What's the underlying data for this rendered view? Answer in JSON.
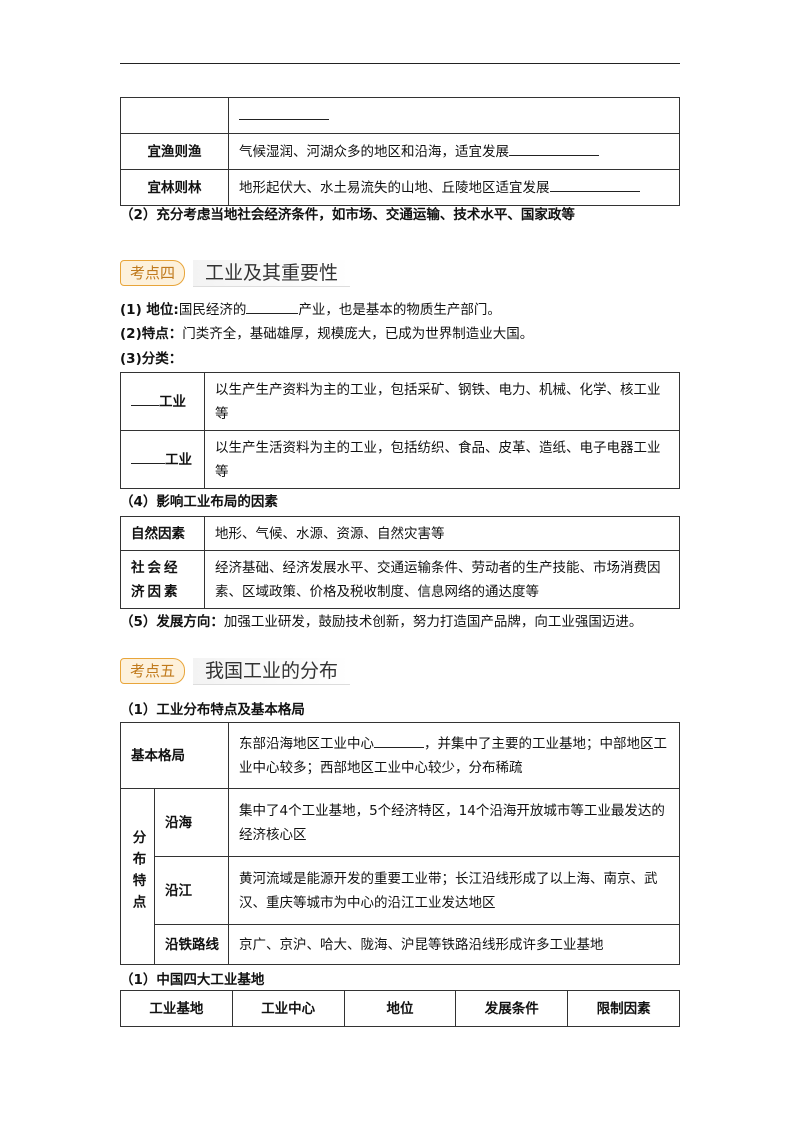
{
  "t1": {
    "row0_text": "",
    "row1_label": "宜渔则渔",
    "row1_text": "气候湿润、河湖众多的地区和沿海，适宜发展",
    "row2_label": "宜林则林",
    "row2_text": "地形起伏大、水土易流失的山地、丘陵地区适宜发展"
  },
  "note2": "（2）充分考虑当地社会经济条件，如市场、交通运输、技术水平、国家政等",
  "kd4": {
    "tag": "考点四",
    "title": "工业及其重要性"
  },
  "p1": {
    "label": "(1) 地位:",
    "text_a": "国民经济的",
    "text_b": "产业，也是基本的物质生产部门。"
  },
  "p2": {
    "label": "(2)特点：",
    "text": "门类齐全，基础雄厚，规模庞大，已成为世界制造业大国。"
  },
  "p3": {
    "label": "(3)分类："
  },
  "cls": [
    {
      "label": "工业",
      "text": "以生产生产资料为主的工业，包括采矿、钢铁、电力、机械、化学、核工业等"
    },
    {
      "label": "工业",
      "text": "以生产生活资料为主的工业，包括纺织、食品、皮革、造纸、电子电器工业等"
    }
  ],
  "p4": {
    "label": "（4）影响工业布局的因素"
  },
  "factors": [
    {
      "label": "自然因素",
      "text": "地形、气候、水源、资源、自然灾害等"
    },
    {
      "label": "社会经济因素",
      "text": "经济基础、经济发展水平、交通运输条件、劳动者的生产技能、市场消费因素、区域政策、价格及税收制度、信息网络的通达度等"
    }
  ],
  "p5": {
    "label": "（5）发展方向：",
    "text": "加强工业研发，鼓励技术创新，努力打造国产品牌，向工业强国迈进。"
  },
  "kd5": {
    "tag": "考点五",
    "title": "我国工业的分布"
  },
  "s1": "（1）工业分布特点及基本格局",
  "dist": {
    "basic_label": "基本格局",
    "basic_text_a": "东部沿海地区工业中心",
    "basic_text_b": "，并集中了主要的工业基地；中部地区工业中心较多；西部地区工业中心较少，分布稀疏",
    "group_label": "分布特点",
    "rows": [
      {
        "label": "沿海",
        "text": "集中了4个工业基地，5个经济特区，14个沿海开放城市等工业最发达的经济核心区"
      },
      {
        "label": "沿江",
        "text": "黄河流域是能源开发的重要工业带；长江沿线形成了以上海、南京、武汉、重庆等城市为中心的沿江工业发达地区"
      },
      {
        "label": "沿铁路线",
        "text": "京广、京沪、哈大、陇海、沪昆等铁路沿线形成许多工业基地"
      }
    ]
  },
  "s2": "（1）中国四大工业基地",
  "bases_headers": [
    "工业基地",
    "工业中心",
    "地位",
    "发展条件",
    "限制因素"
  ]
}
